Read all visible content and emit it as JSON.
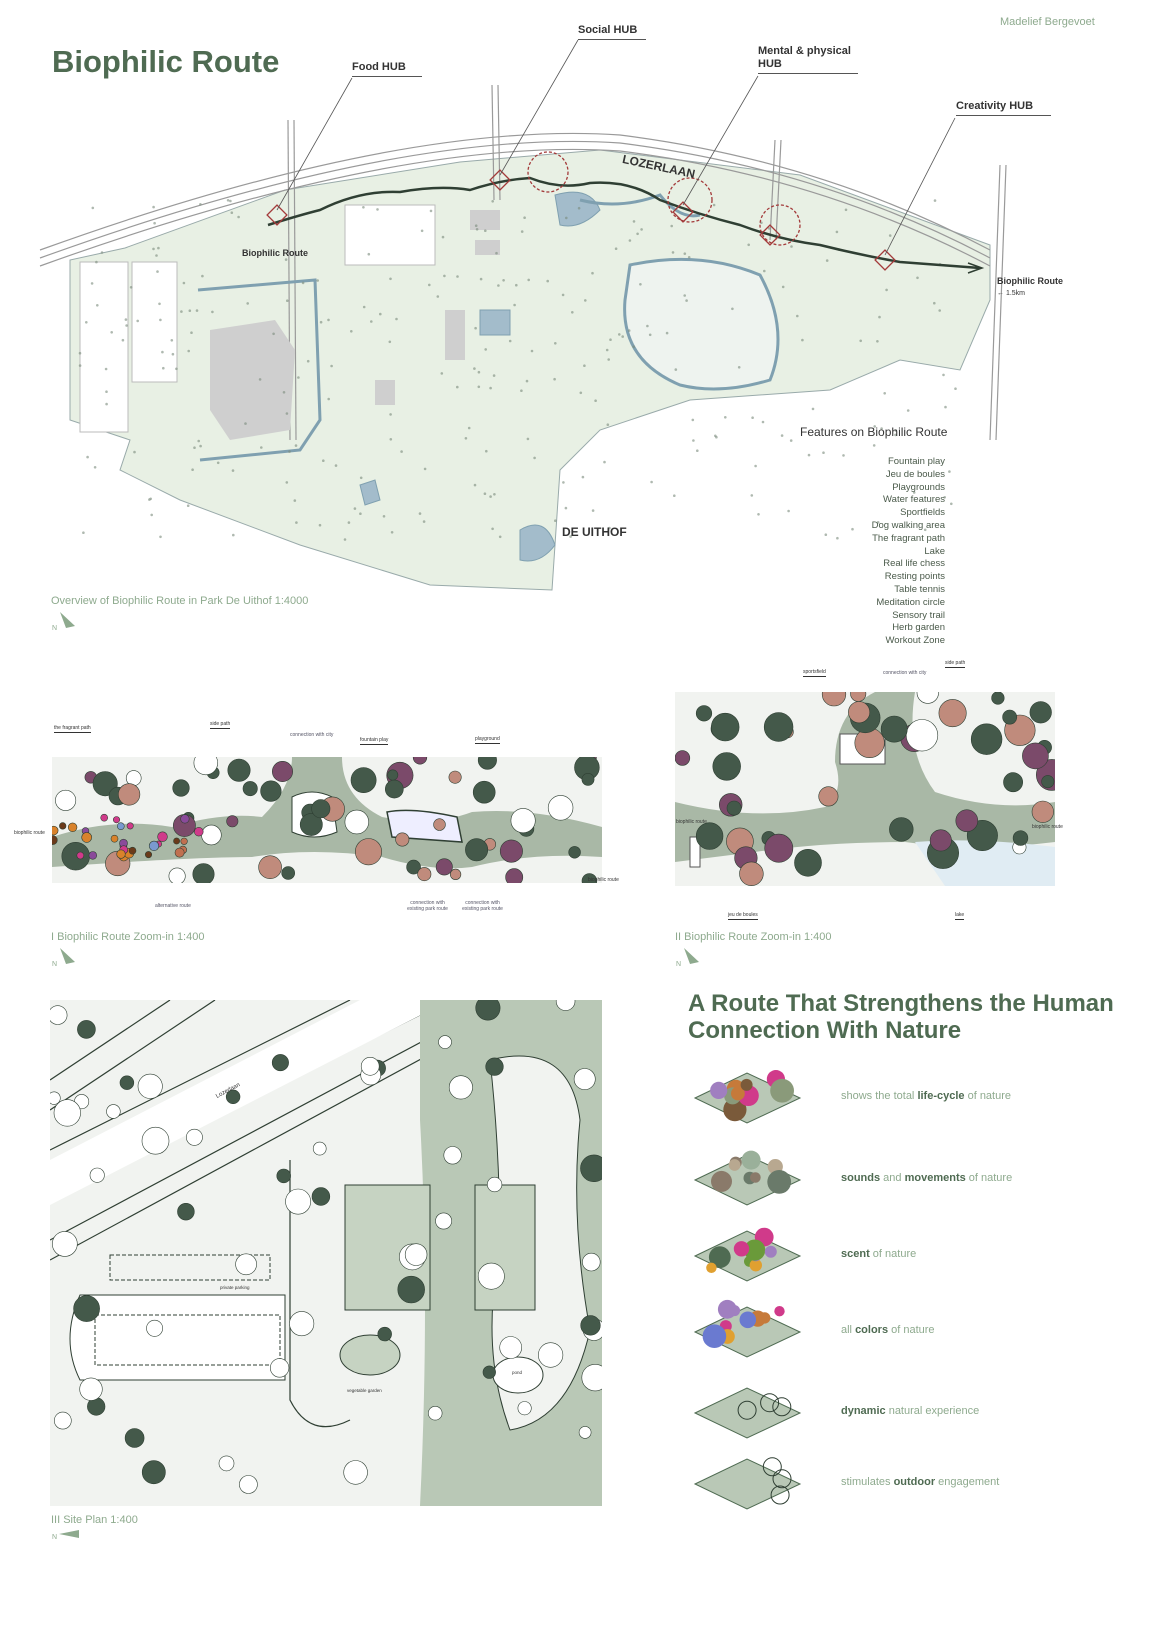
{
  "author": "Madelief Bergevoet",
  "title": "Biophilic Route",
  "overview": {
    "hubs": [
      {
        "label": "Food HUB"
      },
      {
        "label": "Social HUB"
      },
      {
        "label": "Mental & physical HUB"
      },
      {
        "label": "Creativity HUB"
      }
    ],
    "road_label": "LOZERLAAN",
    "route_label_left": "Biophilic Route",
    "route_label_right": "Biophilic Route",
    "route_distance": "← 1.5km",
    "area_label": "DE UITHOF",
    "caption": "Overview of Biophilic Route in Park De Uithof 1:4000",
    "north": "N",
    "features_title": "Features on Biophilic Route",
    "features": [
      "Fountain play",
      "Jeu de boules",
      "Playgrounds",
      "Water features",
      "Sportfields",
      "Dog walking area",
      "The fragrant path",
      "Lake",
      "Real life chess",
      "Resting points",
      "Table tennis",
      "Meditation circle",
      "Sensory trail",
      "Herb garden",
      "Workout Zone"
    ]
  },
  "zoom1": {
    "labels": {
      "fragrant": "the fragrant path",
      "side": "side path",
      "city": "connection with city",
      "fountain": "fountain play",
      "playground": "playground",
      "route_left": "biophilic route",
      "route_right": "biophilic route",
      "alt": "alternative route",
      "conn1": "connection with existing park route",
      "conn2": "connection with existing park route"
    },
    "caption": "I Biophilic Route Zoom-in 1:400",
    "north": "N"
  },
  "zoom2": {
    "labels": {
      "sport": "sportsfield",
      "city": "connection with city",
      "side": "side path",
      "route_left": "biophilic route",
      "route_right": "biophilic route",
      "jeu": "jeu de boules",
      "lake": "lake"
    },
    "caption": "II Biophilic Route Zoom-in 1:400",
    "north": "N"
  },
  "site": {
    "labels": {
      "road": "Lozerlaan",
      "parking": "private parking",
      "pond": "pond",
      "garden": "vegetable garden"
    },
    "caption": "III Site Plan 1:400",
    "north": "N"
  },
  "nature": {
    "heading_line1": "A Route That Strengthens the Human",
    "heading_line2": "Connection With Nature",
    "rows": [
      {
        "icon": "life-cycle-planting-icon",
        "parts": [
          {
            "t": "shows the total ",
            "b": false
          },
          {
            "t": "life-cycle",
            "b": true
          },
          {
            "t": " of nature",
            "b": false
          }
        ]
      },
      {
        "icon": "grasses-sound-icon",
        "parts": [
          {
            "t": "sounds",
            "b": true
          },
          {
            "t": " and ",
            "b": false
          },
          {
            "t": "movements",
            "b": true
          },
          {
            "t": " of nature",
            "b": false
          }
        ]
      },
      {
        "icon": "scented-plants-icon",
        "parts": [
          {
            "t": "scent",
            "b": true
          },
          {
            "t": "  of nature",
            "b": false
          }
        ]
      },
      {
        "icon": "colorful-plants-icon",
        "parts": [
          {
            "t": "all ",
            "b": false
          },
          {
            "t": "colors",
            "b": true
          },
          {
            "t": " of nature",
            "b": false
          }
        ]
      },
      {
        "icon": "dynamic-path-icon",
        "parts": [
          {
            "t": "dynamic",
            "b": true
          },
          {
            "t": " natural experience",
            "b": false
          }
        ]
      },
      {
        "icon": "outdoor-engagement-icon",
        "parts": [
          {
            "t": "stimulates ",
            "b": false
          },
          {
            "t": "outdoor",
            "b": true
          },
          {
            "t": " engagement",
            "b": false
          }
        ]
      }
    ]
  },
  "colors": {
    "accent": "#4f6b52",
    "light": "#8eaa8e",
    "park": "#e8f0e4",
    "path": "#a9b8a6",
    "water": "#a3bccb",
    "tree": "#44594a",
    "hub": "#a33a3a"
  }
}
